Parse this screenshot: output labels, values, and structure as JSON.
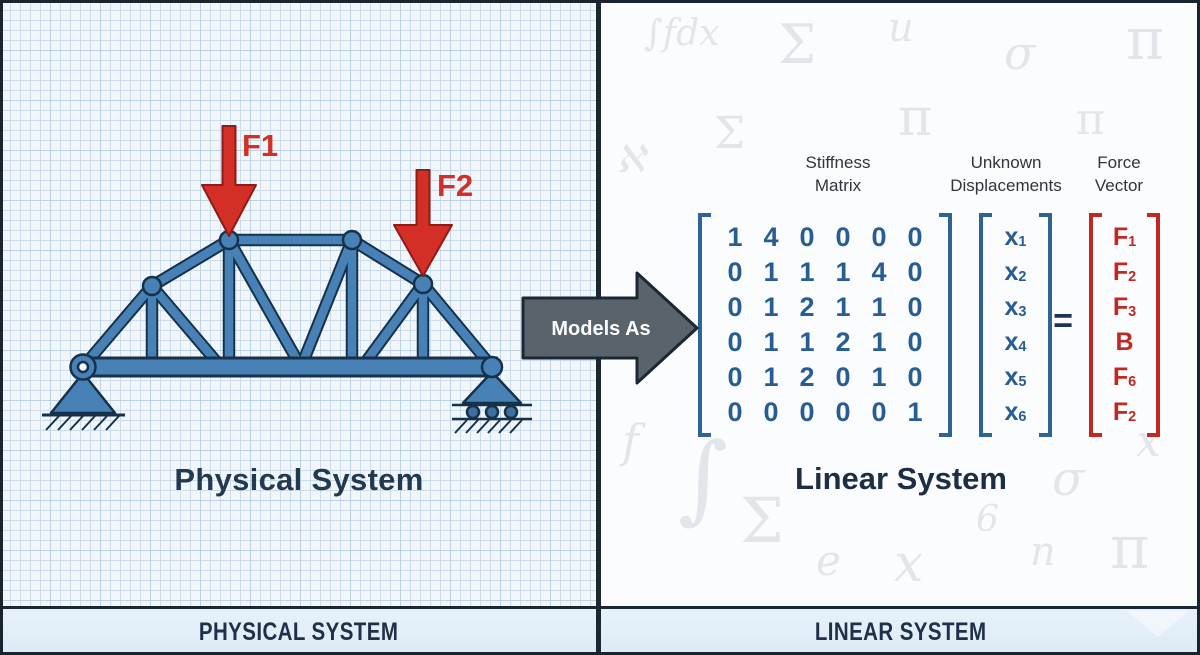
{
  "left_panel": {
    "title": "Physical System",
    "force_1": "F1",
    "force_2": "F2"
  },
  "divider_arrow": {
    "label": "Models As"
  },
  "right_panel": {
    "title": "Linear System",
    "labels": {
      "stiffness": "Stiffness\nMatrix",
      "unknowns": "Unknown\nDisplacements",
      "force": "Force\nVector"
    }
  },
  "equation": {
    "matrix_rows": [
      [
        1,
        4,
        0,
        0,
        0,
        0
      ],
      [
        0,
        1,
        1,
        1,
        4,
        0
      ],
      [
        0,
        1,
        2,
        1,
        1,
        0
      ],
      [
        0,
        1,
        1,
        2,
        1,
        0
      ],
      [
        0,
        1,
        2,
        0,
        1,
        0
      ],
      [
        0,
        0,
        0,
        0,
        0,
        1
      ]
    ],
    "unknowns": [
      {
        "base": "x",
        "sub": "1"
      },
      {
        "base": "x",
        "sub": "2"
      },
      {
        "base": "x",
        "sub": "3"
      },
      {
        "base": "x",
        "sub": "4"
      },
      {
        "base": "x",
        "sub": "5"
      },
      {
        "base": "x",
        "sub": "6"
      }
    ],
    "forces": [
      {
        "base": "F",
        "sub": "1"
      },
      {
        "base": "F",
        "sub": "2"
      },
      {
        "base": "F",
        "sub": "3"
      },
      {
        "base": "B",
        "sub": ""
      },
      {
        "base": "F",
        "sub": "6"
      },
      {
        "base": "F",
        "sub": "2"
      }
    ],
    "equals": "="
  },
  "background_symbols": [
    "∫fdx",
    "Σ",
    "u",
    "σ",
    "π",
    "Σ",
    "π",
    "π",
    "ℵ",
    "f",
    "∫",
    "Σ",
    "e",
    "x",
    "6",
    "σ",
    "n",
    "π",
    "x"
  ],
  "footer": {
    "left": "PHYSICAL SYSTEM",
    "right": "LINEAR SYSTEM"
  },
  "colors": {
    "truss_blue": "#4781b6",
    "navy": "#16324a",
    "force_red": "#d32f27",
    "matrix_blue": "#275d92",
    "bracket_blue": "#2e6494",
    "vector_red": "#c12824",
    "arrow_gray": "#59636c",
    "paper": "#f1f6fa",
    "footer_bg": "#e7f1f9",
    "title_navy": "#1c2d44"
  }
}
